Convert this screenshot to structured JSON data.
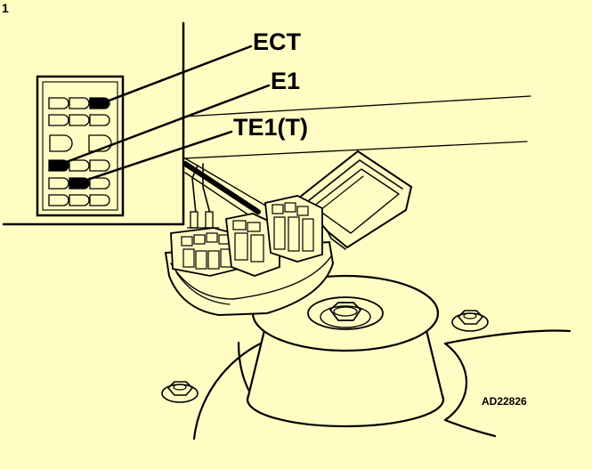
{
  "figure_number": "1",
  "labels": {
    "ect": "ECT",
    "e1": "E1",
    "te1": "TE1(T)"
  },
  "figure_code": "AD22826",
  "colors": {
    "background": "#fffdc4",
    "ink": "#000000"
  }
}
